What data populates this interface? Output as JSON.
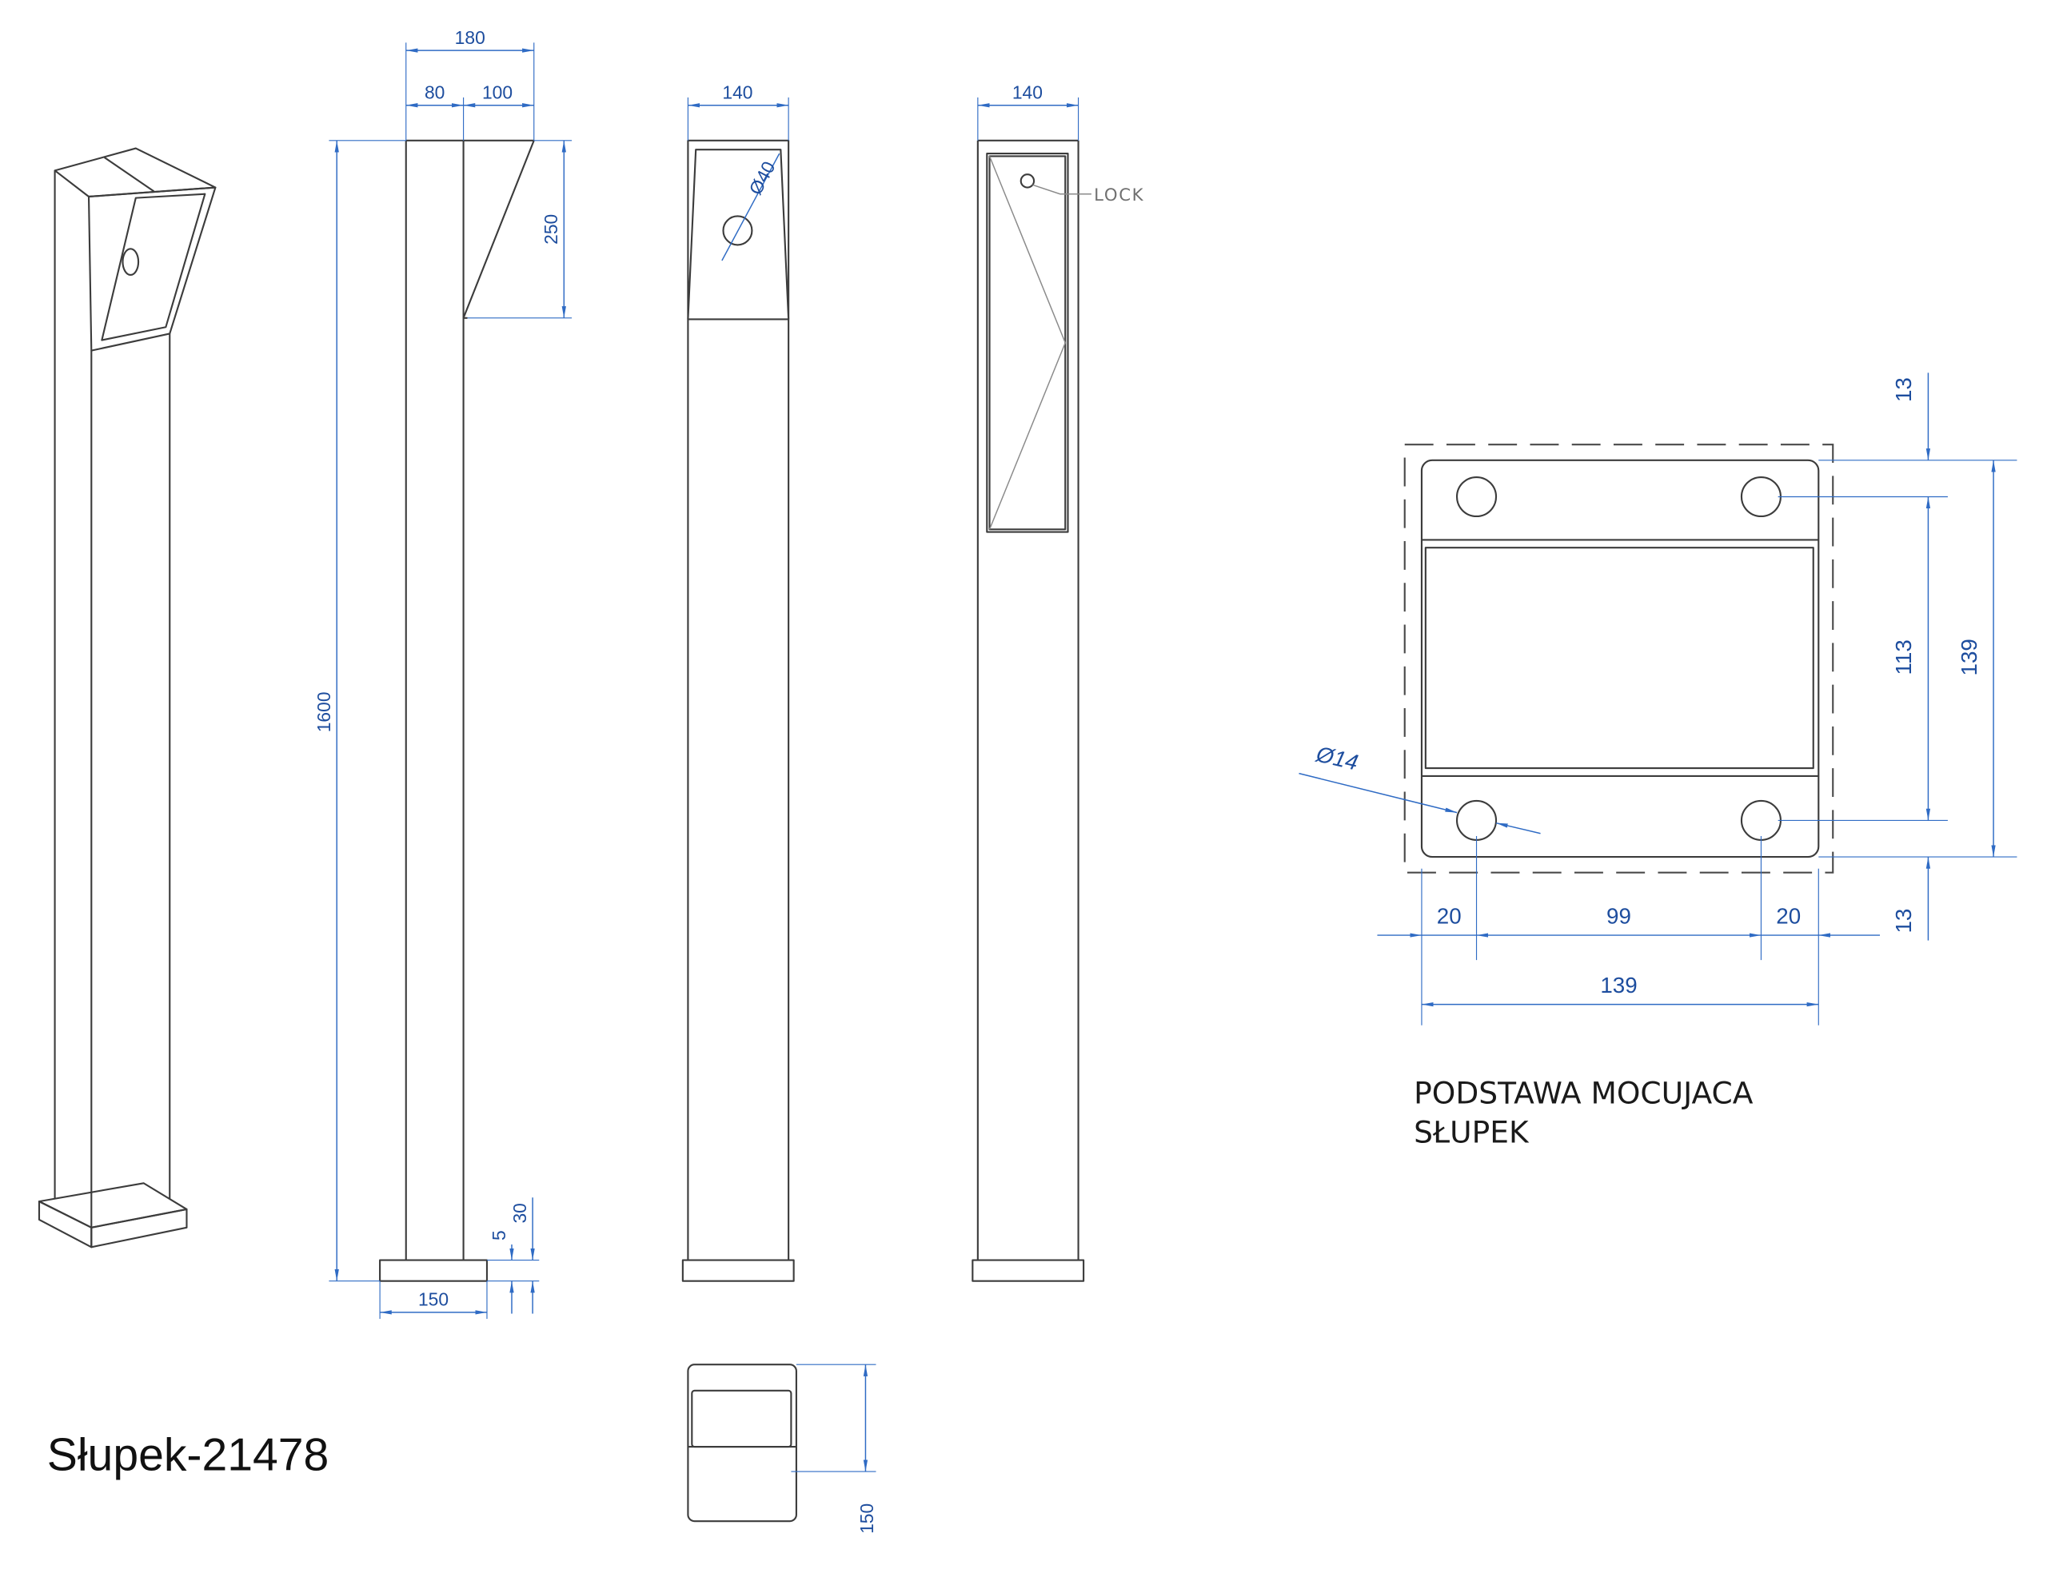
{
  "drawing_title": "Słupek-21478",
  "mounting_base_caption": {
    "line_1": "PODSTAWA MOCUJACA",
    "line_2": "SŁUPEK"
  },
  "side_view": {
    "overall_width": "180",
    "post_width": "80",
    "visor_overhang": "100",
    "visor_height": "250",
    "total_height": "1600",
    "base_offset": "30",
    "base_thickness": "5",
    "base_width": "150"
  },
  "front_view": {
    "width": "140",
    "hole_diameter": "Ø40"
  },
  "rear_view": {
    "width": "140",
    "lock_label": "LOCK"
  },
  "bottom_view": {
    "depth": "150"
  },
  "mounting_plate": {
    "top_margin": "13",
    "vertical_hole_spacing": "113",
    "bottom_margin": "13",
    "height": "139",
    "hole_diameter": "Ø14",
    "left_margin": "20",
    "horizontal_hole_spacing": "99",
    "right_margin": "20",
    "width": "139"
  },
  "colors": {
    "outline": "#3c3c3c",
    "dimension_line": "#2f6bc4",
    "dimension_text": "#1d4d9e"
  }
}
